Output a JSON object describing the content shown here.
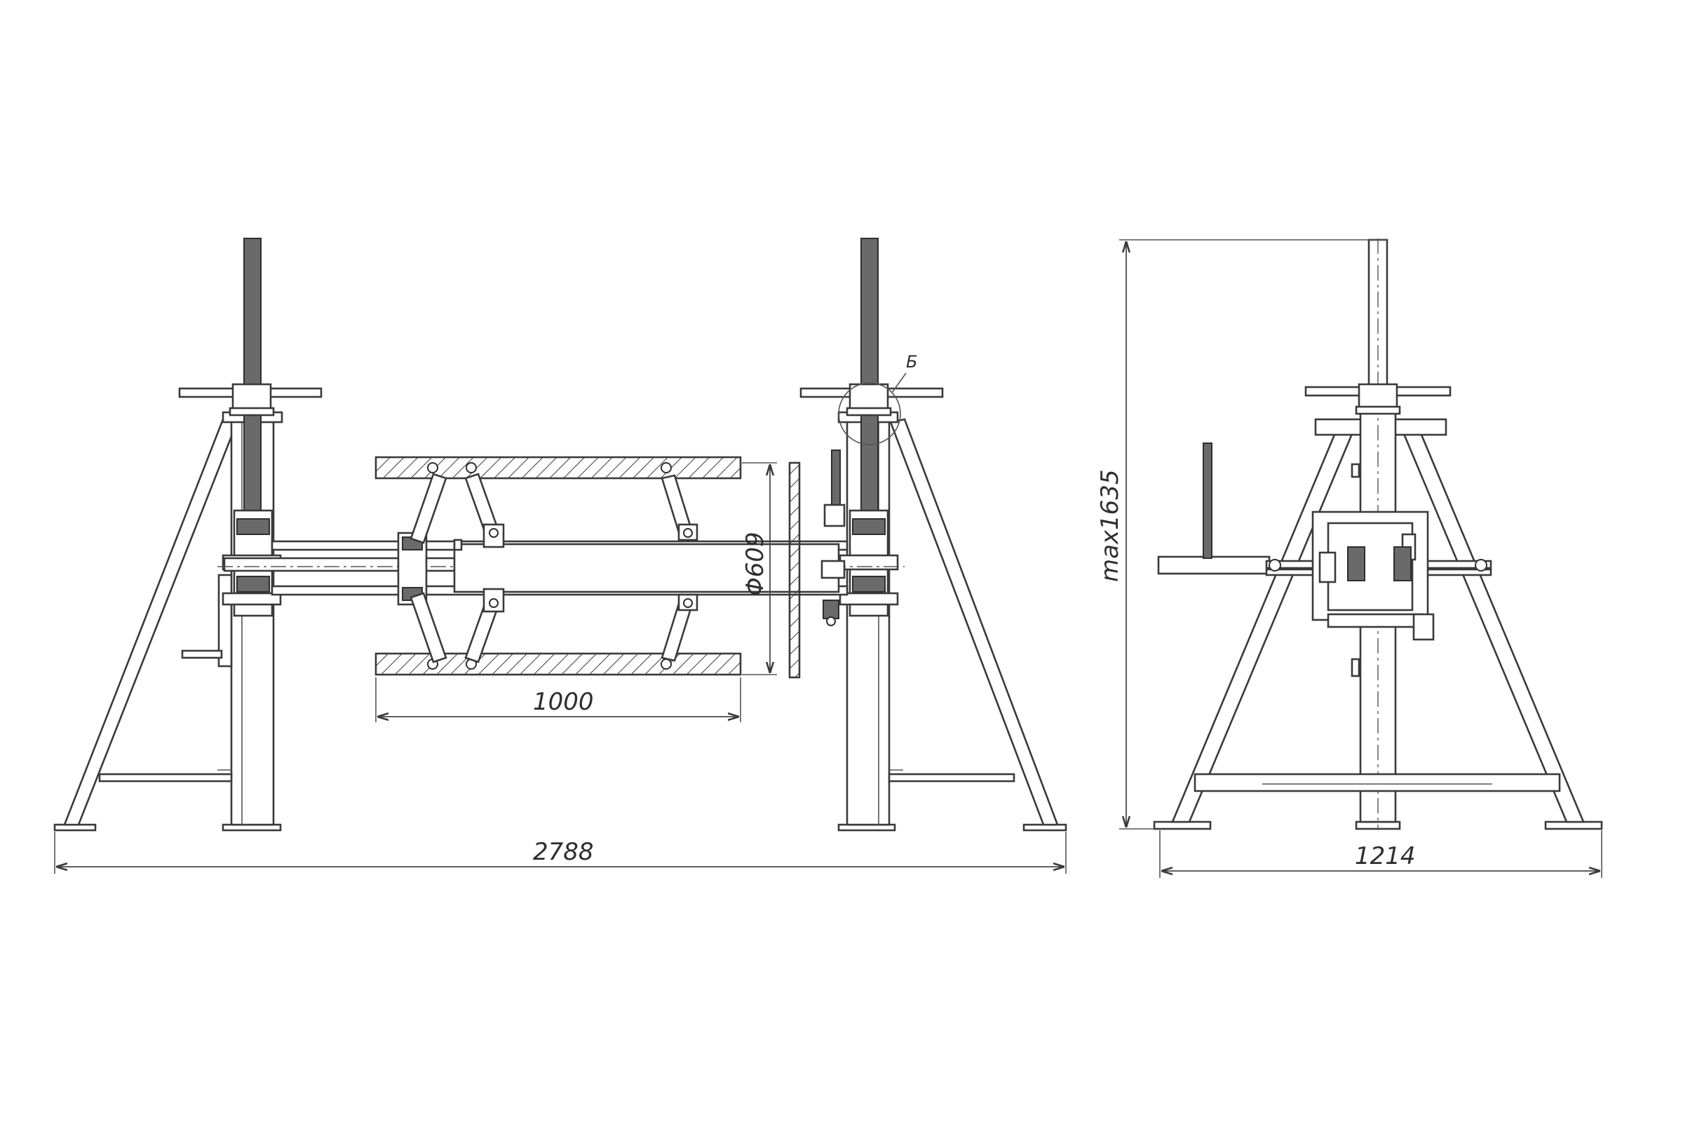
{
  "drawing": {
    "dimensions": {
      "overall_length": "2788",
      "drum_length": "1000",
      "drum_diameter": "Φ609",
      "side_width": "1214",
      "max_height": "max1635"
    },
    "callouts": {
      "detail_b": "Б"
    }
  }
}
